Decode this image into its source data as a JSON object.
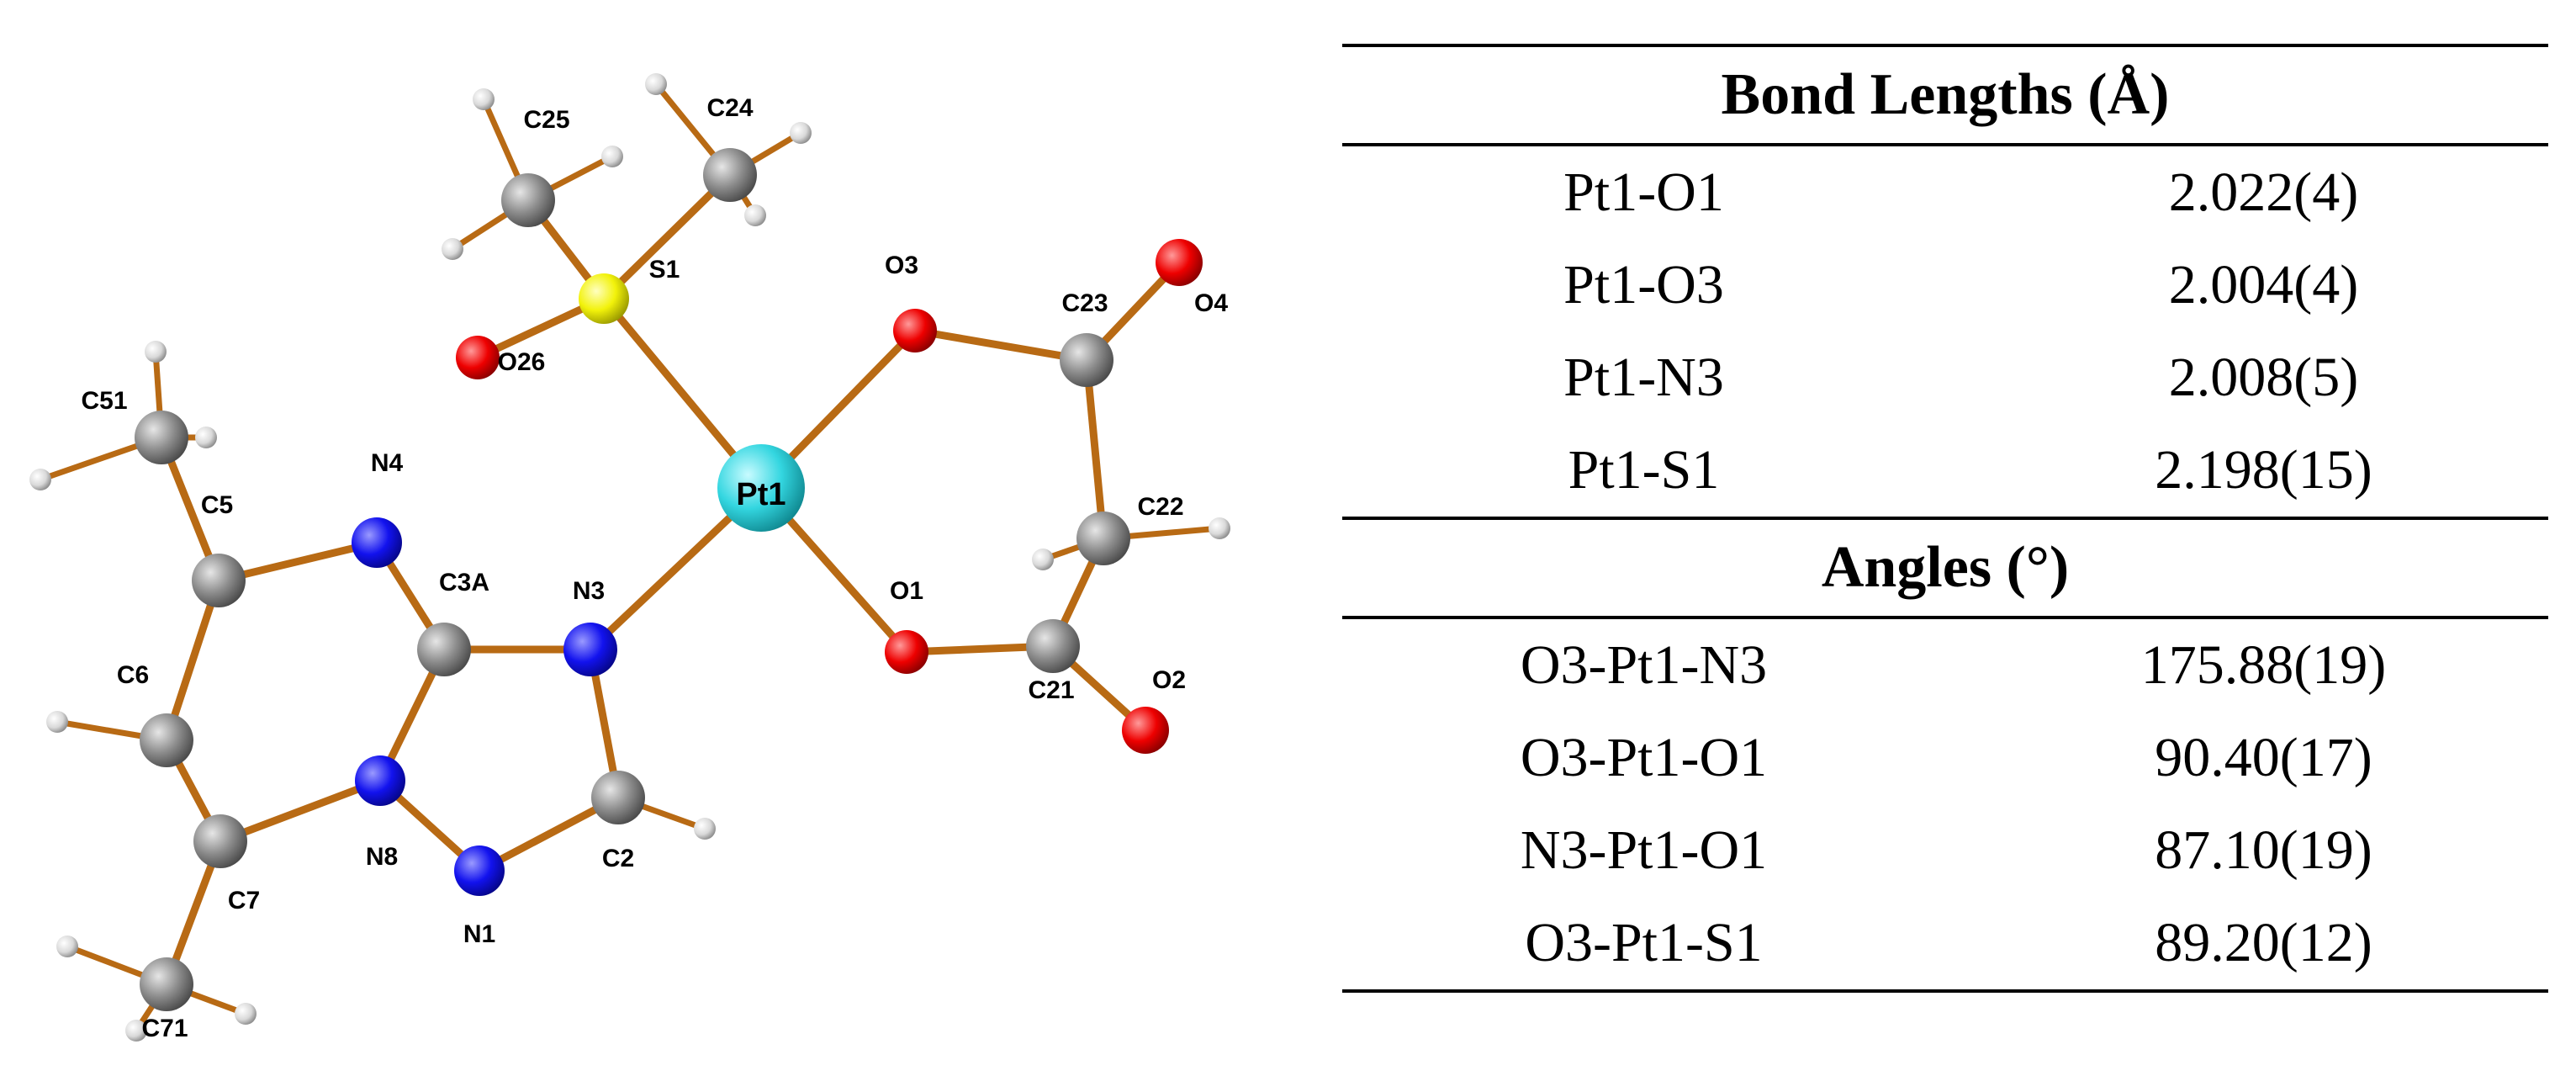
{
  "atoms": [
    {
      "id": "Pt1",
      "label": "Pt1",
      "el": "Pt",
      "color": "#33d6e0"
    },
    {
      "id": "S1",
      "label": "S1",
      "el": "S",
      "color": "#f2f20a"
    },
    {
      "id": "O26",
      "label": "O26",
      "el": "O",
      "color": "#ee0000"
    },
    {
      "id": "C25",
      "label": "C25",
      "el": "C",
      "color": "#8c8c8c"
    },
    {
      "id": "C24",
      "label": "C24",
      "el": "C",
      "color": "#8c8c8c"
    },
    {
      "id": "O3",
      "label": "O3",
      "el": "O",
      "color": "#ee0000"
    },
    {
      "id": "C23",
      "label": "C23",
      "el": "C",
      "color": "#8c8c8c"
    },
    {
      "id": "O4",
      "label": "O4",
      "el": "O",
      "color": "#ee0000"
    },
    {
      "id": "C22",
      "label": "C22",
      "el": "C",
      "color": "#8c8c8c"
    },
    {
      "id": "O1",
      "label": "O1",
      "el": "O",
      "color": "#ee0000"
    },
    {
      "id": "C21",
      "label": "C21",
      "el": "C",
      "color": "#8c8c8c"
    },
    {
      "id": "O2",
      "label": "O2",
      "el": "O",
      "color": "#ee0000"
    },
    {
      "id": "N3",
      "label": "N3",
      "el": "N",
      "color": "#1212ee"
    },
    {
      "id": "C3A",
      "label": "C3A",
      "el": "C",
      "color": "#8c8c8c"
    },
    {
      "id": "N4",
      "label": "N4",
      "el": "N",
      "color": "#1212ee"
    },
    {
      "id": "C5",
      "label": "C5",
      "el": "C",
      "color": "#8c8c8c"
    },
    {
      "id": "C51",
      "label": "C51",
      "el": "C",
      "color": "#8c8c8c"
    },
    {
      "id": "C6",
      "label": "C6",
      "el": "C",
      "color": "#8c8c8c"
    },
    {
      "id": "C7",
      "label": "C7",
      "el": "C",
      "color": "#8c8c8c"
    },
    {
      "id": "C71",
      "label": "C71",
      "el": "C",
      "color": "#8c8c8c"
    },
    {
      "id": "N8",
      "label": "N8",
      "el": "N",
      "color": "#1212ee"
    },
    {
      "id": "N1",
      "label": "N1",
      "el": "N",
      "color": "#1212ee"
    },
    {
      "id": "C2",
      "label": "C2",
      "el": "C",
      "color": "#8c8c8c"
    }
  ],
  "colors": {
    "bond": "#b86a14",
    "hydrogen": "#d9d9d9"
  },
  "table": {
    "bond_lengths_header": "Bond Lengths (Å)",
    "bond_lengths": [
      {
        "label": "Pt1-O1",
        "value": "2.022(4)"
      },
      {
        "label": "Pt1-O3",
        "value": "2.004(4)"
      },
      {
        "label": "Pt1-N3",
        "value": "2.008(5)"
      },
      {
        "label": "Pt1-S1",
        "value": "2.198(15)"
      }
    ],
    "angles_header": "Angles (°)",
    "angles": [
      {
        "label": "O3-Pt1-N3",
        "value": "175.88(19)"
      },
      {
        "label": "O3-Pt1-O1",
        "value": "90.40(17)"
      },
      {
        "label": "N3-Pt1-O1",
        "value": "87.10(19)"
      },
      {
        "label": "O3-Pt1-S1",
        "value": "89.20(12)"
      }
    ]
  }
}
